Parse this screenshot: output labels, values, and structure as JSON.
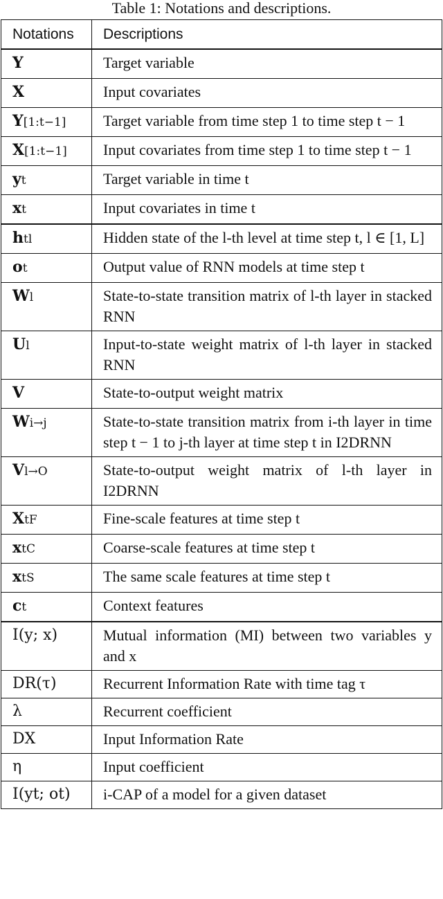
{
  "caption": "Table 1: Notations and descriptions.",
  "headers": [
    "Notations",
    "Descriptions"
  ],
  "rows": [
    {
      "notation": "Y",
      "description": "Target variable",
      "group_start": false
    },
    {
      "notation": "X",
      "description": "Input covariates",
      "group_start": false
    },
    {
      "notation": "Y[1:t−1]",
      "description": "Target variable from time step 1 to time step t − 1",
      "group_start": false
    },
    {
      "notation": "X[1:t−1]",
      "description": "Input covariates from time step 1 to time step t − 1",
      "group_start": false
    },
    {
      "notation": "yt",
      "description": "Target variable in time t",
      "group_start": false
    },
    {
      "notation": "xt",
      "description": "Input covariates in time t",
      "group_start": false
    },
    {
      "notation": "htl",
      "description": "Hidden state of the l-th level at time step t, l ∈ [1, L]",
      "group_start": true
    },
    {
      "notation": "ot",
      "description": "Output value of RNN models at time step t",
      "group_start": false
    },
    {
      "notation": "Wl",
      "description": "State-to-state transition matrix of l-th layer in stacked RNN",
      "group_start": false
    },
    {
      "notation": "Ul",
      "description": "Input-to-state weight matrix of l-th layer in stacked RNN",
      "group_start": false
    },
    {
      "notation": "V",
      "description": "State-to-output weight matrix",
      "group_start": false
    },
    {
      "notation": "Wi→j",
      "description": "State-to-state transition matrix from i-th layer in time step t − 1 to j-th layer at time step t in I2DRNN",
      "group_start": false
    },
    {
      "notation": "Vl→O",
      "description": "State-to-output weight matrix of l-th layer in I2DRNN",
      "group_start": false
    },
    {
      "notation": "XtF",
      "description": "Fine-scale features at time step t",
      "group_start": false
    },
    {
      "notation": "xtC",
      "description": "Coarse-scale features at time step t",
      "group_start": false
    },
    {
      "notation": "xtS",
      "description": "The same scale features at time step t",
      "group_start": false
    },
    {
      "notation": "ct",
      "description": "Context features",
      "group_start": false
    },
    {
      "notation": "I(y; x)",
      "description": "Mutual information (MI) between two variables y and x",
      "group_start": true
    },
    {
      "notation": "DR(τ)",
      "description": "Recurrent Information Rate with time tag τ",
      "group_start": false
    },
    {
      "notation": "λ",
      "description": "Recurrent coefficient",
      "group_start": false
    },
    {
      "notation": "DX",
      "description": "Input Information Rate",
      "group_start": false
    },
    {
      "notation": "η",
      "description": "Input coefficient",
      "group_start": false
    },
    {
      "notation": "I(yt; ot)",
      "description": "i-CAP of a model for a given dataset",
      "group_start": false
    }
  ]
}
